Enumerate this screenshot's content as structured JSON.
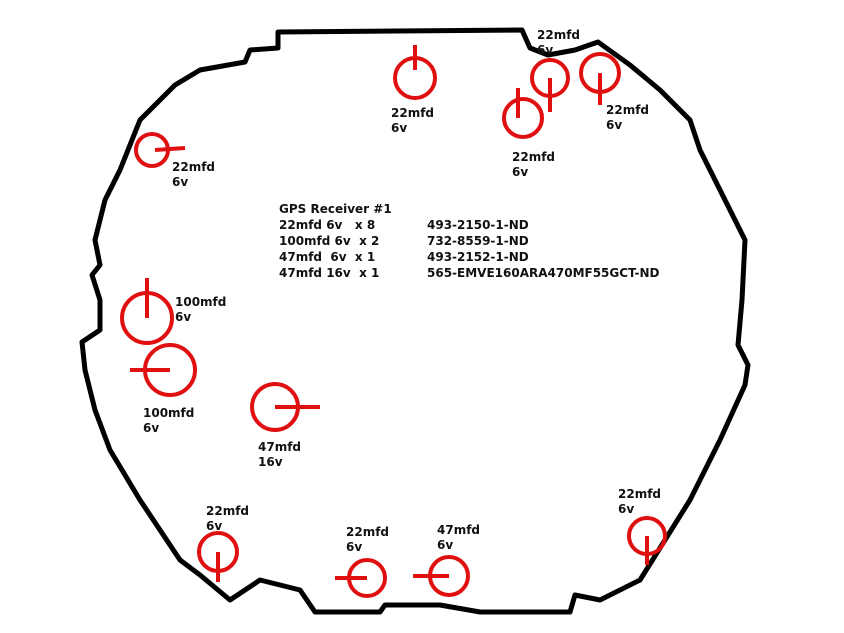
{
  "title": "GPS Receiver #1",
  "bom": [
    {
      "desc": "22mfd 6v   x 8",
      "part": "493-2150-1-ND"
    },
    {
      "desc": "100mfd 6v  x 2",
      "part": "732-8559-1-ND"
    },
    {
      "desc": "47mfd  6v  x 1",
      "part": "493-2152-1-ND"
    },
    {
      "desc": "47mfd 16v  x 1",
      "part": "565-EMVE160ARA470MF55GCT-ND"
    }
  ],
  "capacitors": [
    {
      "value": "22mfd",
      "voltage": "6v"
    },
    {
      "value": "22mfd",
      "voltage": "6v"
    },
    {
      "value": "22mfd",
      "voltage": "6v"
    },
    {
      "value": "22mfd",
      "voltage": "6v"
    },
    {
      "value": "22mfd",
      "voltage": "6v"
    },
    {
      "value": "100mfd",
      "voltage": "6v"
    },
    {
      "value": "100mfd",
      "voltage": "6v"
    },
    {
      "value": "47mfd",
      "voltage": "16v"
    },
    {
      "value": "22mfd",
      "voltage": "6v"
    },
    {
      "value": "22mfd",
      "voltage": "6v"
    },
    {
      "value": "47mfd",
      "voltage": "6v"
    },
    {
      "value": "22mfd",
      "voltage": "6v"
    }
  ],
  "colors": {
    "outline": "#000000",
    "marker": "#e01010"
  }
}
